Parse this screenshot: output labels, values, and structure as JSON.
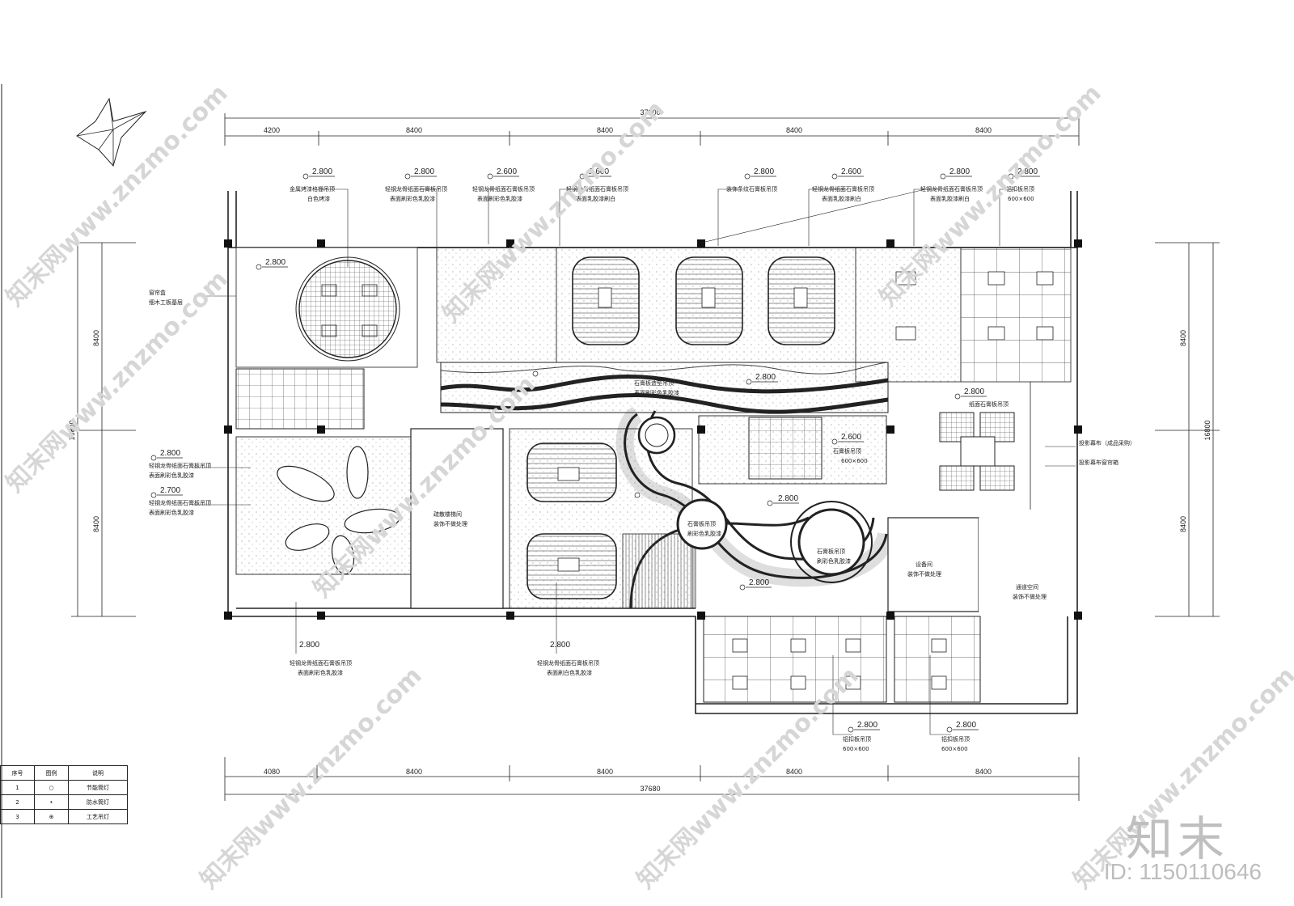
{
  "dimensions": {
    "top_total": "37800",
    "top_segments": [
      "4200",
      "8400",
      "8400",
      "8400",
      "8400"
    ],
    "bottom_segments": [
      "4080",
      "8400",
      "8400",
      "8400",
      "8400"
    ],
    "bottom_total": "37680",
    "left_segments": [
      "8400",
      "8400"
    ],
    "left_total": "16800",
    "right_segments": [
      "8400",
      "8400"
    ],
    "right_total": "16800"
  },
  "ceiling_levels": [
    "2.800",
    "2.800",
    "2.600",
    "2.600",
    "2.800",
    "2.600",
    "2.800",
    "2.800",
    "2.800",
    "2.800",
    "2.800",
    "2.800",
    "2.700",
    "2.800",
    "2.600",
    "2.800",
    "2.800",
    "2.800",
    "2.800",
    "2.800"
  ],
  "notes": {
    "n1": [
      "金属烤漆格栅吊顶",
      "白色烤漆"
    ],
    "n2": [
      "轻钢龙骨纸面石膏板吊顶",
      "表面刷彩色乳胶漆"
    ],
    "n3": [
      "轻钢龙骨纸面石膏板吊顶",
      "表面刷彩色乳胶漆"
    ],
    "n4": [
      "轻钢龙骨纸面石膏板吊顶",
      "表面乳胶漆刷白"
    ],
    "n5": [
      "装饰条纹石膏板吊顶"
    ],
    "n6": [
      "轻钢龙骨纸面石膏板吊顶",
      "表面乳胶漆刷白"
    ],
    "n7": [
      "轻钢龙骨纸面石膏板吊顶",
      "表面乳胶漆刷白"
    ],
    "n8": [
      "铝扣板吊顶",
      "600×600"
    ],
    "left1": [
      "窗帘盒",
      "细木工板基层"
    ],
    "left2": [
      "轻钢龙骨纸面石膏板吊顶",
      "表面刷彩色乳胶漆"
    ],
    "left3": [
      "轻钢龙骨纸面石膏板吊顶",
      "表面刷彩色乳胶漆"
    ],
    "bottom1": [
      "轻钢龙骨纸面石膏板吊顶",
      "表面刷彩色乳胶漆"
    ],
    "bottom2": [
      "轻钢龙骨纸面石膏板吊顶",
      "表面刷白色乳胶漆"
    ],
    "bottom3": [
      "铝扣板吊顶",
      "600×600"
    ],
    "bottom4": [
      "铝扣板吊顶",
      "600×600"
    ],
    "right1": [
      "投影幕布（成品采购）"
    ],
    "right2": [
      "投影幕布窗帘箱"
    ],
    "room1": [
      "疏散楼梯间",
      "装饰不做处理"
    ],
    "room2": [
      "设备间",
      "装饰不做处理"
    ],
    "room3": [
      "通道空间",
      "装饰不做处理"
    ],
    "room4": [
      "纸面石膏板吊顶"
    ],
    "room5": [
      "石膏板吊顶",
      "600×600"
    ],
    "wave": [
      "石膏板造型吊顶",
      "表面刷彩色乳胶漆"
    ],
    "circ1": [
      "石膏板吊顶",
      "刷彩色乳胶漆"
    ],
    "circ2": [
      "石膏板吊顶",
      "刷彩色乳胶漆"
    ]
  },
  "legend": {
    "headers": [
      "序号",
      "图例",
      "说明"
    ],
    "rows": [
      {
        "no": "1",
        "desc": "节能筒灯"
      },
      {
        "no": "2",
        "desc": "防水筒灯"
      },
      {
        "no": "3",
        "desc": "工艺吊灯"
      }
    ]
  },
  "watermark": {
    "text": "知末网www.znzmo.com",
    "brand": "知末",
    "id": "ID: 1150110646"
  }
}
